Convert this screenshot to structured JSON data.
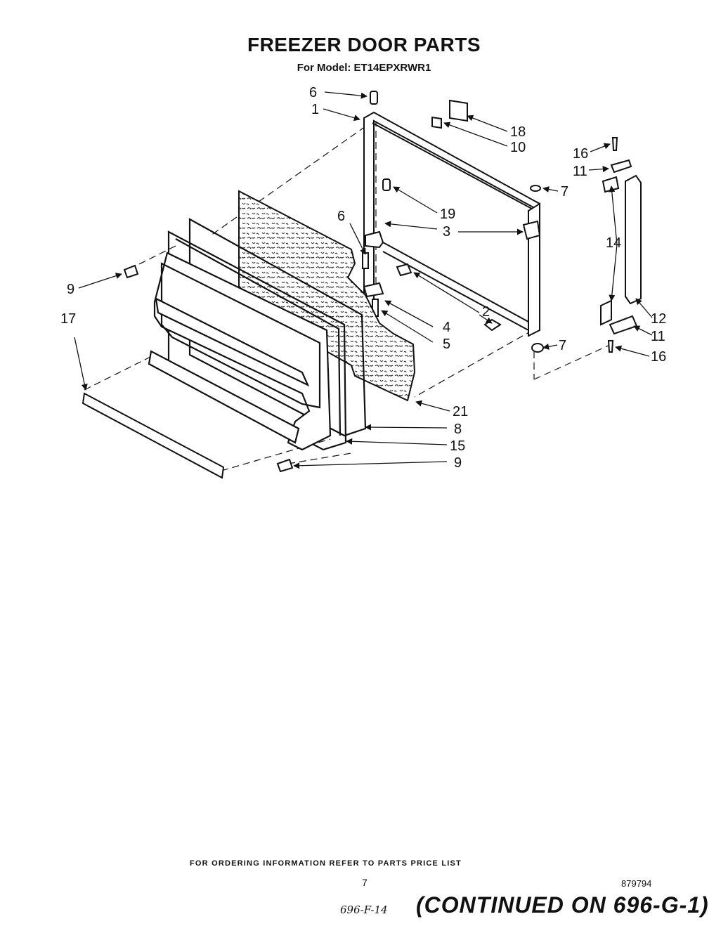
{
  "header": {
    "title": "FREEZER DOOR PARTS",
    "model": "For Model: ET14EPXRWR1"
  },
  "callouts": [
    {
      "id": "c6a",
      "text": "6"
    },
    {
      "id": "c1",
      "text": "1"
    },
    {
      "id": "c18",
      "text": "18"
    },
    {
      "id": "c10",
      "text": "10"
    },
    {
      "id": "c16a",
      "text": "16"
    },
    {
      "id": "c11a",
      "text": "11"
    },
    {
      "id": "c7a",
      "text": "7"
    },
    {
      "id": "c19",
      "text": "19"
    },
    {
      "id": "c6b",
      "text": "6"
    },
    {
      "id": "c3",
      "text": "3"
    },
    {
      "id": "c14",
      "text": "14"
    },
    {
      "id": "c9a",
      "text": "9"
    },
    {
      "id": "c17",
      "text": "17"
    },
    {
      "id": "c2",
      "text": "2"
    },
    {
      "id": "c4",
      "text": "4"
    },
    {
      "id": "c5",
      "text": "5"
    },
    {
      "id": "c12",
      "text": "12"
    },
    {
      "id": "c11b",
      "text": "11"
    },
    {
      "id": "c7b",
      "text": "7"
    },
    {
      "id": "c16b",
      "text": "16"
    },
    {
      "id": "c21",
      "text": "21"
    },
    {
      "id": "c8",
      "text": "8"
    },
    {
      "id": "c15",
      "text": "15"
    },
    {
      "id": "c9b",
      "text": "9"
    }
  ],
  "footer": {
    "ordering_note": "FOR ORDERING INFORMATION REFER TO PARTS PRICE LIST",
    "page": "7",
    "doc_number": "879794",
    "handwritten_code": "696-F-14",
    "continued": "(CONTINUED ON 696-G-1)"
  }
}
